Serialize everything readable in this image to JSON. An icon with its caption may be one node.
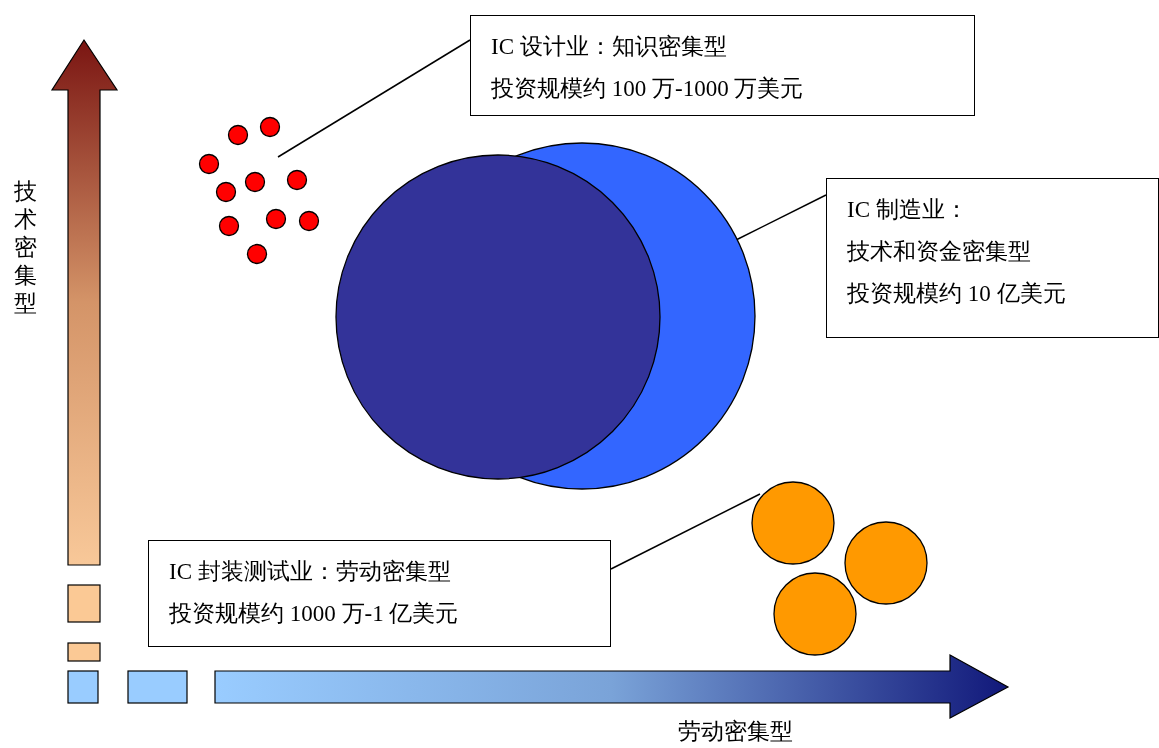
{
  "diagram": {
    "nodes": [
      {
        "text": [
          "IC 设计业：知识密集型",
          "投资规模约 100 万-1000 万美元"
        ]
      },
      {
        "text": [],
        "shape": "circle"
      },
      {
        "text": [
          "IC 制造业：",
          "技术和资金密集型",
          "投资规模约 10 亿美元"
        ]
      },
      {
        "text": [],
        "shape": "circle"
      },
      {
        "text": [
          "IC 封装测试业：劳动密集型",
          "投资规模约 1000 万-1 亿美元"
        ]
      },
      {
        "text": [],
        "shape": "circle"
      }
    ],
    "edges": [
      {
        "from": 0,
        "to": 1,
        "arrow": "none"
      },
      {
        "from": 2,
        "to": 3,
        "arrow": "none"
      },
      {
        "from": 4,
        "to": 5,
        "arrow": "none"
      }
    ],
    "labels": [
      "技术密集型",
      "劳动密集型"
    ]
  }
}
